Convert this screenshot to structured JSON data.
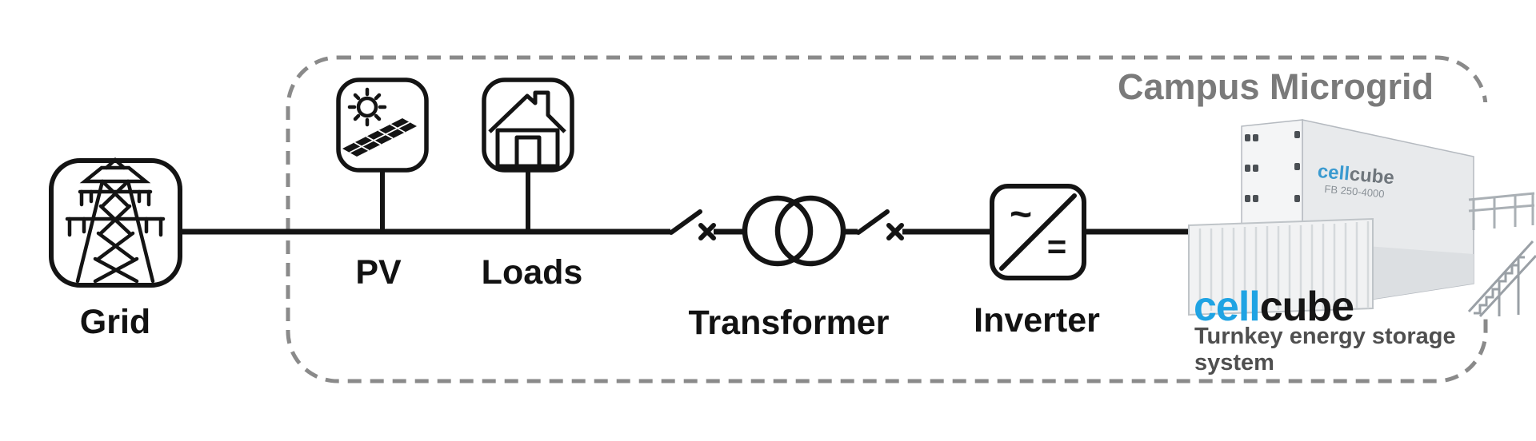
{
  "title": "Campus Microgrid",
  "nodes": {
    "grid": {
      "label": "Grid"
    },
    "pv": {
      "label": "PV"
    },
    "loads": {
      "label": "Loads"
    },
    "transformer": {
      "label": "Transformer"
    },
    "inverter": {
      "label": "Inverter",
      "ac_symbol": "~",
      "dc_symbol": "="
    },
    "storage": {
      "brand_cell": "cell",
      "brand_cube": "cube",
      "container_label_cell": "cell",
      "container_label_cube": "cube",
      "container_model": "FB 250-4000",
      "caption_line1": "Turnkey energy storage",
      "caption_line2": "system"
    }
  },
  "colors": {
    "diagram_line": "#141414",
    "boundary_gray": "#8a8a8a",
    "title_gray": "#7a7a7a",
    "brand_blue": "#1fa3e3",
    "brand_black": "#161616",
    "caption_gray": "#4f4f4f",
    "container_light": "#eceef0"
  }
}
